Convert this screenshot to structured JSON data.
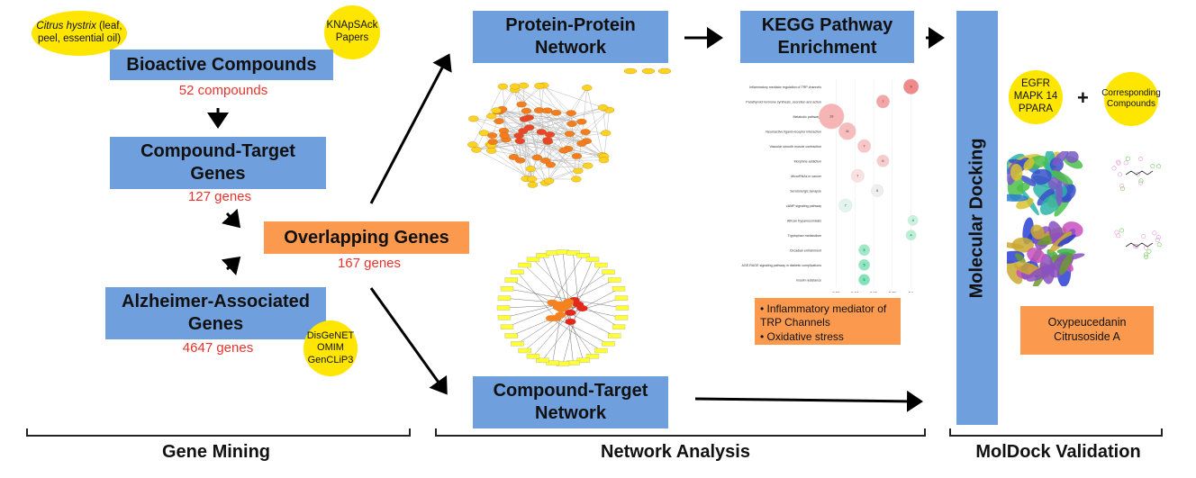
{
  "gene_mining": {
    "source_bubble_species": "Citrus hystrix",
    "source_bubble_parts": " (leaf, peel, essential oil)",
    "knapsack_bubble": [
      "KNApSAck",
      "Papers"
    ],
    "bioactive_compounds": "Bioactive Compounds",
    "compound_count": "52 compounds",
    "compound_target_genes": [
      "Compound-Target",
      "Genes"
    ],
    "gene_count": "127 genes",
    "alzheimer_genes": [
      "Alzheimer-Associated",
      "Genes"
    ],
    "alzheimer_count": "4647 genes",
    "db_bubble": [
      "DisGeNET",
      "OMIM",
      "GenCLiP3"
    ],
    "overlapping_genes": "Overlapping Genes",
    "overlap_count": "167 genes",
    "section_label": "Gene Mining"
  },
  "network_analysis": {
    "ppi_network": [
      "Protein-Protein",
      "Network"
    ],
    "ct_network": [
      "Compound-Target",
      "Network"
    ],
    "kegg": [
      "KEGG Pathway",
      "Enrichment"
    ],
    "findings": [
      "Inflammatory mediator of TRP Channels",
      "Oxidative stress"
    ],
    "section_label": "Network Analysis"
  },
  "moldock": {
    "docking": "Molecular Docking",
    "targets": [
      "EGFR",
      "MAPK 14",
      "PPARA"
    ],
    "plus": "+",
    "compounds_bubble": [
      "Corresponding",
      "Compounds"
    ],
    "result_compounds": [
      "Oxypeucedanin",
      "Citrusoside A"
    ],
    "section_label": "MolDock Validation"
  },
  "chart_data": {
    "type": "scatter",
    "title": "",
    "xlabel": "",
    "ylabel": "",
    "xlim": [
      0.01,
      0.11
    ],
    "x_ticks": [
      "0.02",
      "0.04",
      "0.06",
      "0.08",
      "0.1"
    ],
    "categories": [
      "Inflammatory mediator regulation of TRP channels",
      "Parathyroid hormone synthesis, secretion and action",
      "Metabolic pathways",
      "Neuroactive ligand-receptor interaction",
      "Vascular smooth muscle contraction",
      "Morphine addiction",
      "MicroRNAs in cancer",
      "Serotonergic synapse",
      "cAMP signaling pathway",
      "African trypanosomiasis",
      "Tryptophan metabolism",
      "Circadian entrainment",
      "AGE-RAGE signaling pathway in diabetic complications",
      "Insulin resistance"
    ],
    "x": [
      0.1,
      0.07,
      0.015,
      0.032,
      0.05,
      0.07,
      0.043,
      0.064,
      0.03,
      0.102,
      0.1,
      0.05,
      0.05,
      0.05
    ],
    "count": [
      9,
      7,
      19,
      11,
      7,
      6,
      7,
      6,
      7,
      4,
      4,
      5,
      5,
      5
    ],
    "colors": [
      "#f08a8a",
      "#f4a6a6",
      "#f6b4b4",
      "#f7bcbc",
      "#f8c6c6",
      "#f8cccc",
      "#fae0e0",
      "#eeeeee",
      "#e1f5ee",
      "#c8f3df",
      "#b7f0d5",
      "#9ceac6",
      "#8ee7bf",
      "#7fe4b8"
    ]
  }
}
